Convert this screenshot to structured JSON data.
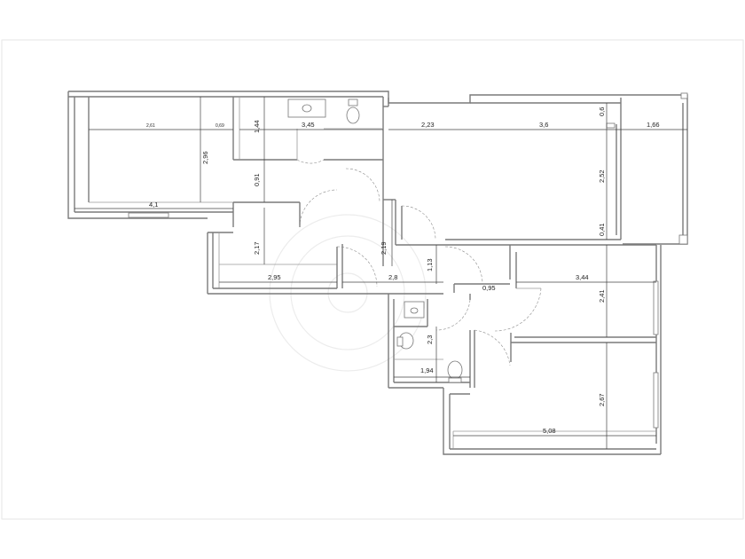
{
  "dimensions": {
    "d_261": "2,61",
    "d_069": "0,69",
    "d_144": "1,44",
    "d_345": "3,45",
    "d_296": "2,96",
    "d_41": "4,1",
    "d_091": "0,91",
    "d_223": "2,23",
    "d_36": "3,6",
    "d_06": "0,6",
    "d_166": "1,66",
    "d_252": "2,52",
    "d_041": "0,41",
    "d_217": "2,17",
    "d_219": "2,19",
    "d_113": "1,13",
    "d_295": "2,95",
    "d_28": "2,8",
    "d_095": "0,95",
    "d_344": "3,44",
    "d_241": "2,41",
    "d_23": "2,3",
    "d_194": "1,94",
    "d_267": "2,67",
    "d_508": "5,08"
  }
}
